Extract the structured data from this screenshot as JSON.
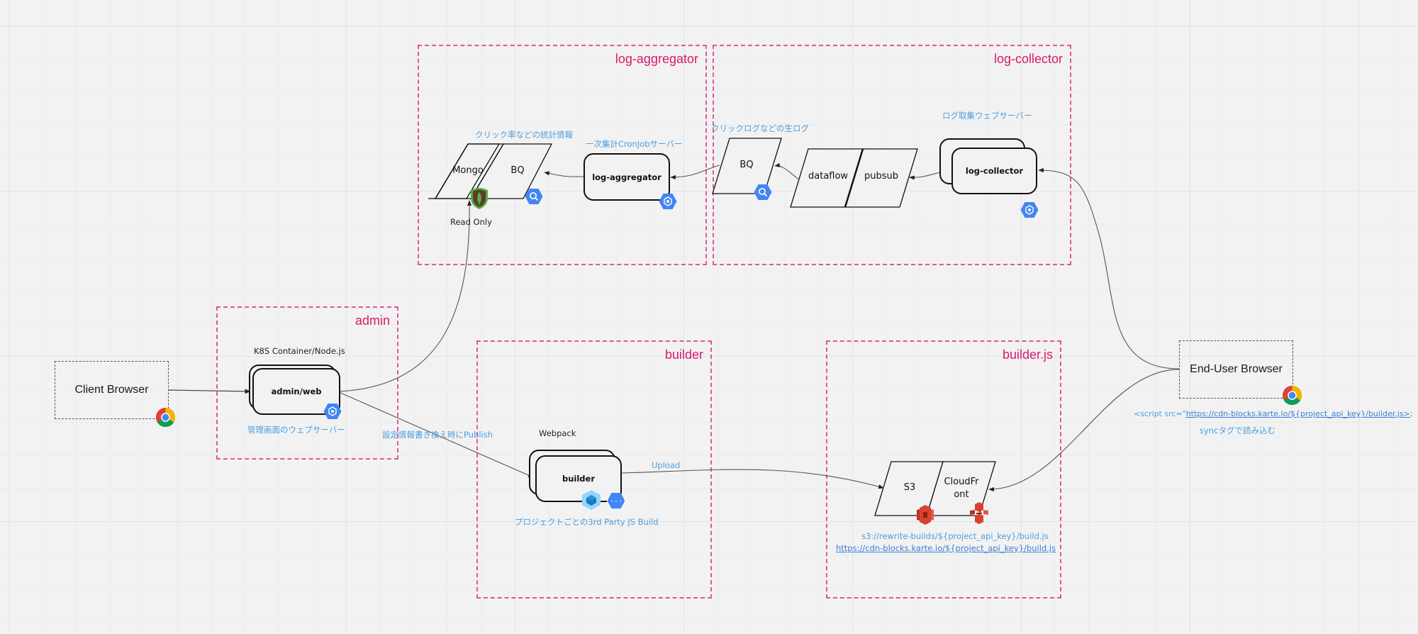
{
  "groups": {
    "log_aggregator": "log-aggregator",
    "log_collector": "log-collector",
    "admin": "admin",
    "builder": "builder",
    "builder_js": "builder.js"
  },
  "browsers": {
    "client": "Client Browser",
    "end_user": "End-User Browser"
  },
  "nodes": {
    "mongo": "Mongo",
    "bq_agg": "BQ",
    "log_aggregator": "log-aggregator",
    "bq_collector": "BQ",
    "dataflow": "dataflow",
    "pubsub": "pubsub",
    "log_collector": "log-collector",
    "admin_web": "admin/web",
    "builder": "builder",
    "s3": "S3",
    "cloudfront_line1": "CloudFr",
    "cloudfront_line2": "ont"
  },
  "labels": {
    "stats_info": "クリック率などの統計情報",
    "cron_server": "一次集計CronJobサーバー",
    "read_only": "Read Only",
    "raw_logs": "クリックログなどの生ログ",
    "log_web_server": "ログ取集ウェブサーバー",
    "k8s": "K8S Container/Node.js",
    "admin_web_server": "管理画面のウェブサーバー",
    "publish": "設定情報書き換え時にPublish",
    "webpack": "Webpack",
    "upload": "Upload",
    "build_per_project": "プロジェクトごとの3rd Party JS Build",
    "s3_path": "s3://rewrite-builds/${project_api_key}/build.js",
    "cdn_url": "https://cdn-blocks.karte.io/${project_api_key}/build.js",
    "script_prefix": "<script src=\"",
    "script_url": "https://cdn-blocks.karte.io/${project_api_key}/builder.js>",
    "script_suffix": ";",
    "sync_tag": "syncタグで読み込む"
  },
  "icons": {
    "mongo": "mongodb-leaf-icon",
    "bigquery": "bigquery-icon",
    "kubernetes": "kubernetes-engine-icon",
    "cloud_functions": "cloud-functions-icon",
    "webpack": "webpack-icon",
    "s3": "aws-s3-icon",
    "cloudfront": "aws-cloudfront-icon",
    "chrome": "chrome-icon"
  },
  "colors": {
    "group_border": "#e0569a",
    "group_title": "#d81b6a",
    "annotation": "#4a9fe0",
    "gcp_blue": "#4285f4",
    "aws_red": "#d9412f",
    "mongo_green": "#4db33d"
  }
}
